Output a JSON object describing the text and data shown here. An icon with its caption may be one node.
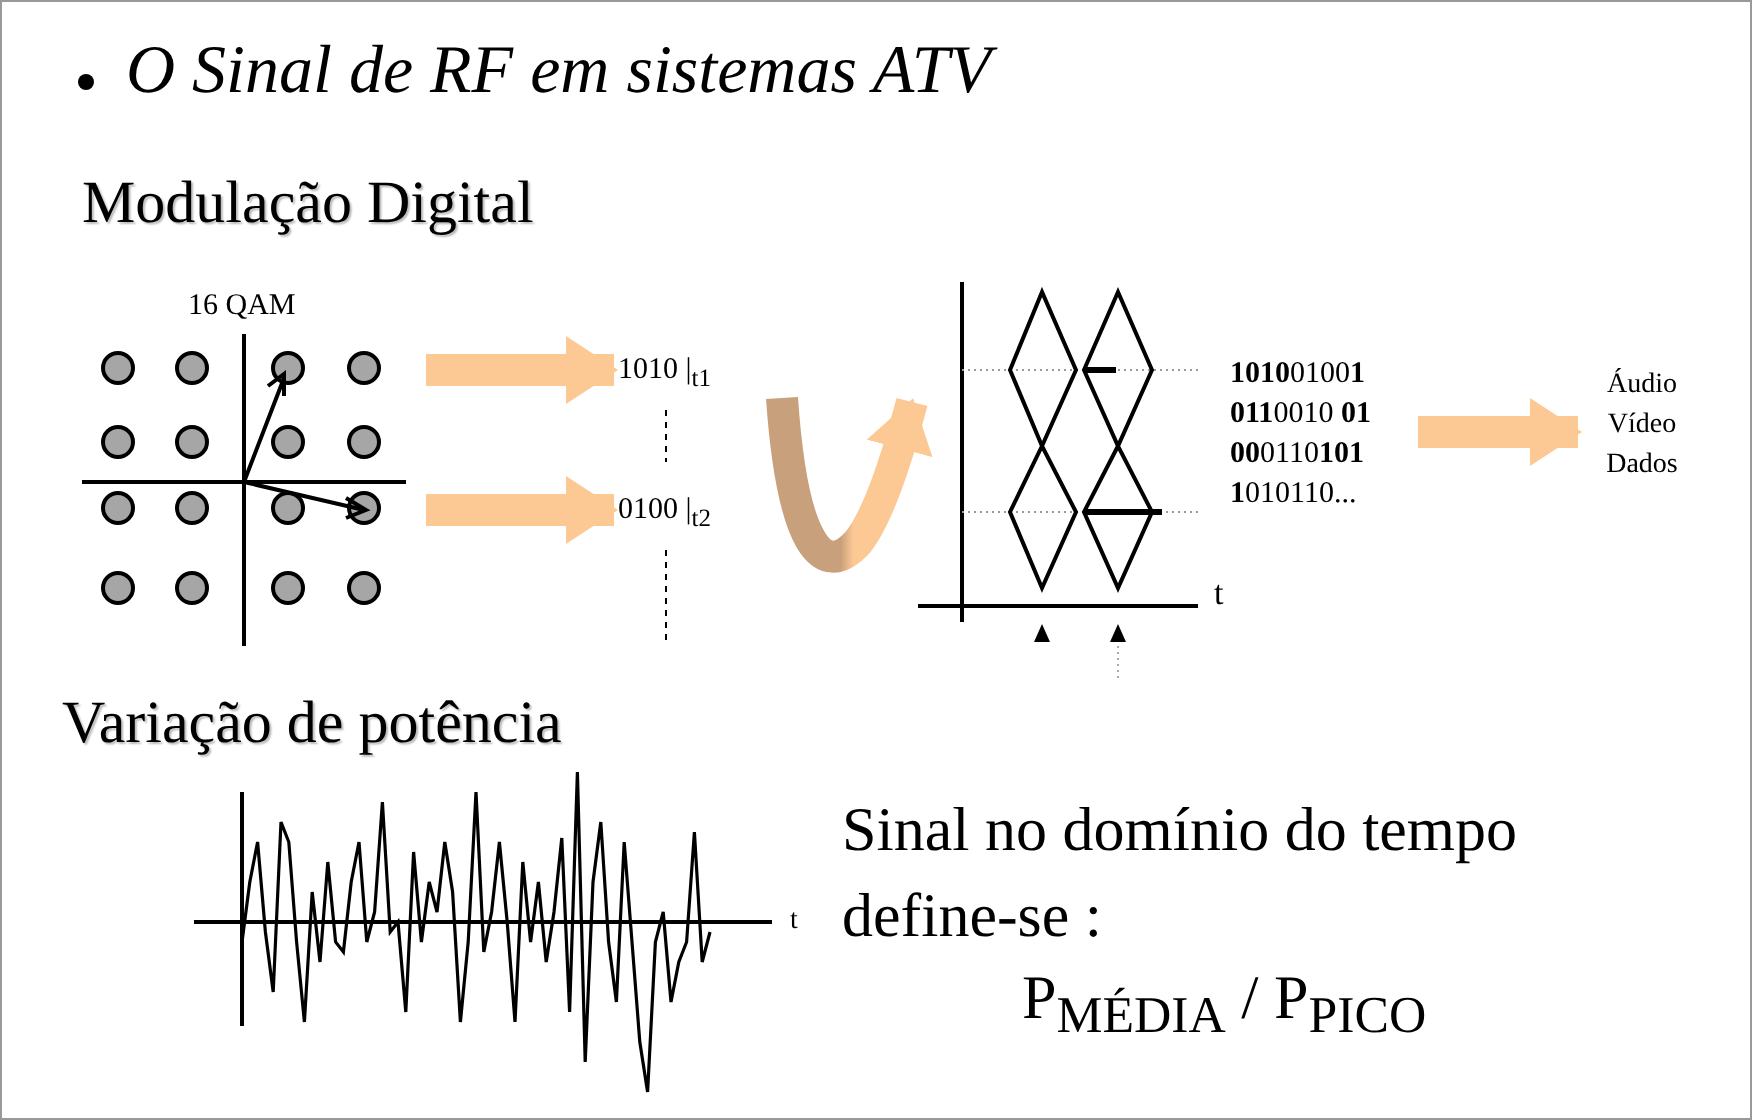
{
  "diagram": {
    "title": "O Sinal de RF em sistemas ATV",
    "nodes": [
      {
        "text": [
          "16 QAM"
        ]
      },
      {
        "text": [
          "1010 |$_{t1}$"
        ]
      },
      {
        "text": [
          "0100 |$_{t2}$"
        ]
      },
      {
        "text": [],
        "shape": "picture"
      },
      {
        "text": [
          "**1010**0100**1**",
          "**011**0010 **01**",
          "**00**0110**101**",
          "**1**010110..."
        ]
      },
      {
        "text": [
          "Áudio Vídeo Dados"
        ]
      }
    ],
    "edges": [
      {
        "from": 0,
        "to": 1,
        "arrow": "to"
      },
      {
        "from": 0,
        "to": 2,
        "arrow": "to"
      },
      {
        "from": null,
        "to": 3,
        "arrow": "to"
      },
      {
        "from": 4,
        "to": 5,
        "arrow": "to"
      }
    ],
    "labels": [
      "Modulação Digital",
      "t",
      "Variação de potência",
      "t",
      "Sinal no domínio do tempo define-se :",
      "P$_{MÉDIA}$ / P$_{PICO}$"
    ]
  }
}
